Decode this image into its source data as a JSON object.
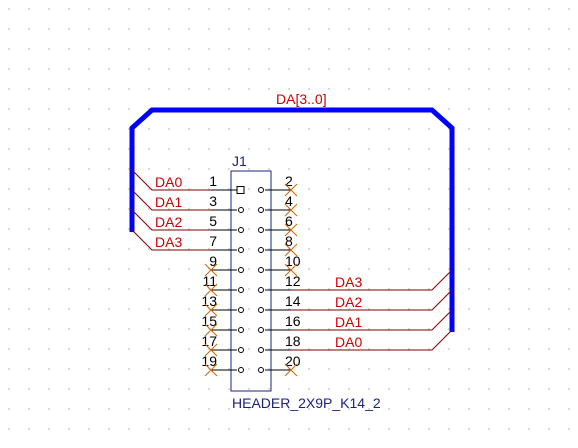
{
  "colors": {
    "bus": "#0000ff",
    "net_wire": "#800000",
    "net_label": "#cc0000",
    "component_text": "#1a237e",
    "pin_text": "#000000",
    "no_connect": "#cc6600"
  },
  "bus_label": "DA[3..0]",
  "component": {
    "designator": "J1",
    "comment": "HEADER_2X9P_K14_2"
  },
  "left_pins": [
    "1",
    "3",
    "5",
    "7",
    "9",
    "11",
    "13",
    "15",
    "17",
    "19"
  ],
  "right_pins": [
    "2",
    "4",
    "6",
    "8",
    "10",
    "12",
    "14",
    "16",
    "18",
    "20"
  ],
  "left_nets": [
    "DA0",
    "DA1",
    "DA2",
    "DA3"
  ],
  "right_nets": [
    "DA3",
    "DA2",
    "DA1",
    "DA0"
  ]
}
